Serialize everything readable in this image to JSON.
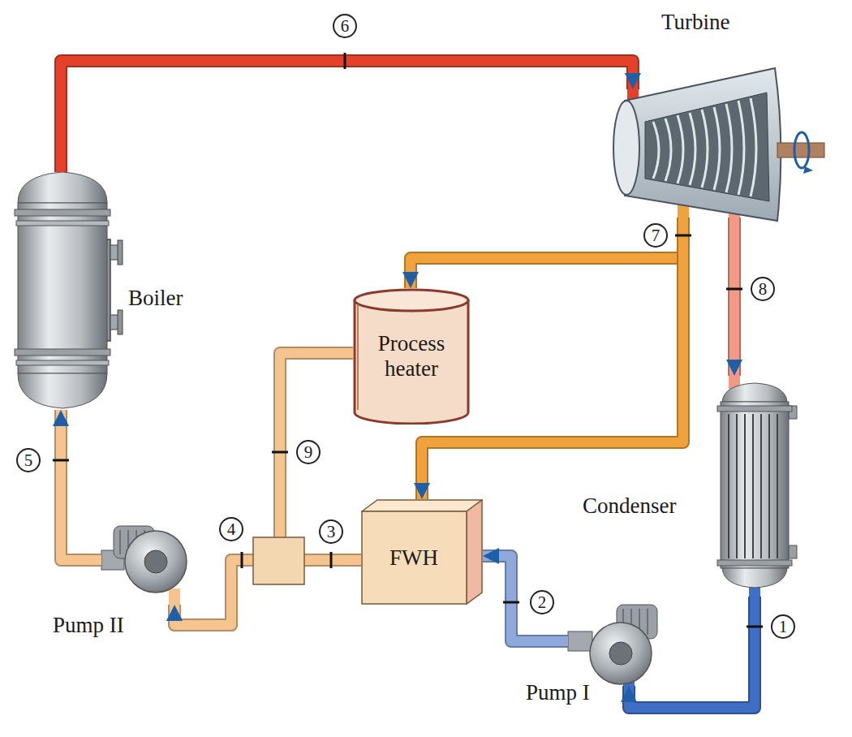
{
  "diagram": {
    "nodes": [
      {
        "text": [
          "Turbine"
        ]
      },
      {
        "text": [
          "Boiler"
        ]
      },
      {
        "text": [
          "Process heater"
        ]
      },
      {
        "text": [
          "Condenser"
        ]
      },
      {
        "text": [
          "FWH"
        ]
      },
      {
        "text": [
          "Pump II"
        ]
      },
      {
        "text": [
          "Pump I"
        ]
      }
    ],
    "edges": [
      {
        "from": 1,
        "to": 0,
        "arrow": "to"
      },
      {
        "from": 0,
        "to": 2,
        "arrow": "to"
      },
      {
        "from": 0,
        "to": 4,
        "arrow": "to"
      },
      {
        "from": 0,
        "to": 3,
        "arrow": "to"
      },
      {
        "from": 3,
        "to": 6,
        "arrow": "to"
      },
      {
        "from": 6,
        "to": 4,
        "arrow": "to"
      },
      {
        "from": 4,
        "to": 5,
        "arrow": "to"
      },
      {
        "from": 2,
        "to": 5,
        "arrow": "to"
      },
      {
        "from": 5,
        "to": 1,
        "arrow": "to"
      }
    ],
    "labels": [
      "6",
      "7",
      "8",
      "9",
      "5",
      "4",
      "3",
      "2",
      "1"
    ]
  }
}
